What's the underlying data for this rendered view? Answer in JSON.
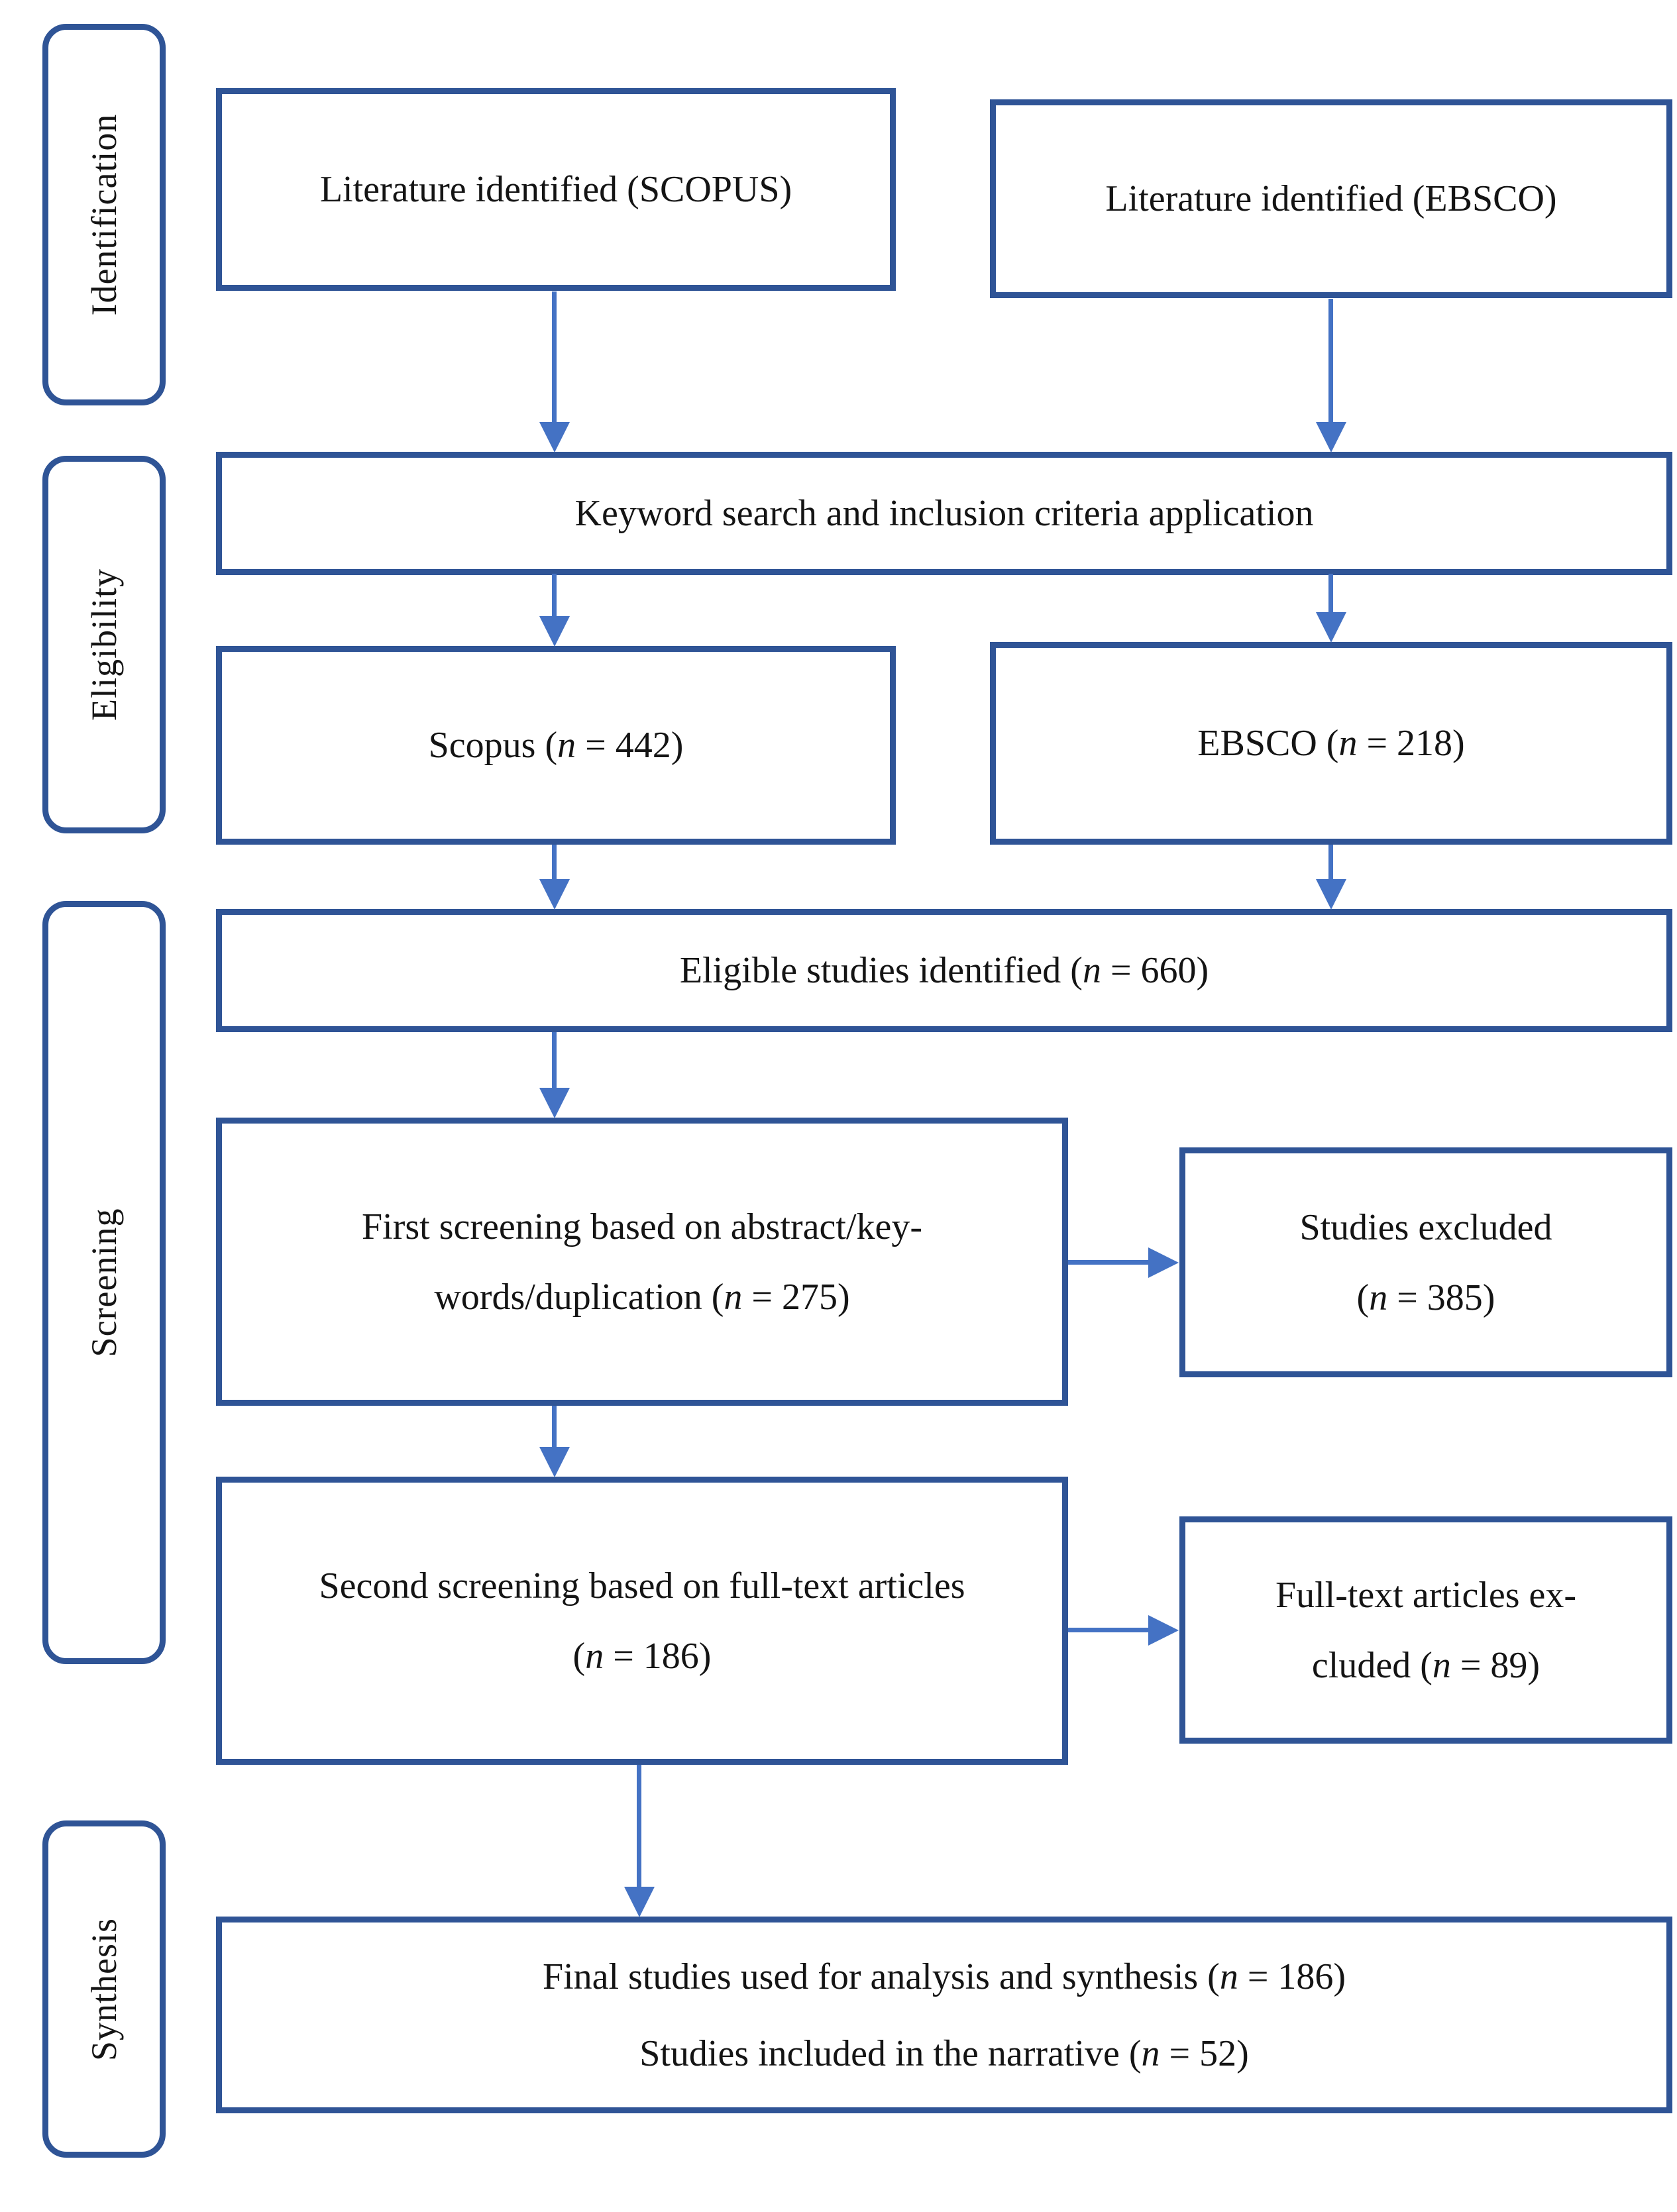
{
  "stages": {
    "identification": "Identification",
    "eligibility": "Eligibility",
    "screening": "Screening",
    "synthesis": "Synthesis"
  },
  "boxes": {
    "literature_scopus": "Literature identified (SCOPUS)",
    "literature_ebsco": "Literature identified (EBSCO)",
    "keyword_search": "Keyword search and inclusion criteria application",
    "scopus_count": "Scopus (n = 442)",
    "ebsco_count": "EBSCO (n = 218)",
    "eligible_studies": "Eligible studies identified (n = 660)",
    "first_screening_line1": "First screening based on abstract/key-",
    "first_screening_line2": "words/duplication (n = 275)",
    "studies_excluded_line1": "Studies excluded",
    "studies_excluded_line2": "(n = 385)",
    "second_screening_line1": "Second screening based on full-text articles",
    "second_screening_line2": "(n = 186)",
    "fulltext_excluded_line1": "Full-text articles ex-",
    "fulltext_excluded_line2": "cluded (n = 89)",
    "final_line1": "Final studies used for analysis and synthesis (n = 186)",
    "final_line2": "Studies included in the narrative (n = 52)"
  },
  "colors": {
    "box_border": "#2f5496",
    "arrow": "#4472c4",
    "text": "#141414",
    "background": "#ffffff"
  }
}
